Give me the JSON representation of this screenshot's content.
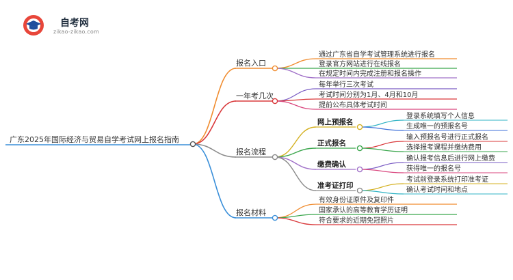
{
  "logo": {
    "name": "自考网",
    "domain": "zikao-zikao.com"
  },
  "root": {
    "label": "广东2025年国际经济与贸易自学考试网上报名指南"
  },
  "branches": [
    {
      "label": "报名入口",
      "color": "#f08c2f",
      "leaves": [
        {
          "label": "通过广东省自学考试管理系统进行报名",
          "color": "#f08c2f"
        },
        {
          "label": "登录官方网站进行在线报名",
          "color": "#3aa64c"
        },
        {
          "label": "在规定时间内完成注册和报名操作",
          "color": "#a070c8"
        }
      ]
    },
    {
      "label": "一年考几次",
      "color": "#d9383a",
      "leaves": [
        {
          "label": "每年举行三次考试",
          "color": "#7a5cc4"
        },
        {
          "label": "考试时间分别为1月、4月和10月",
          "color": "#d9383a"
        },
        {
          "label": "提前公布具体考试时间",
          "color": "#d9467e"
        }
      ]
    },
    {
      "label": "报名流程",
      "color": "#8a8a8a",
      "subs": [
        {
          "label": "网上预报名",
          "color": "#d4b020",
          "leaves": [
            {
              "label": "登录系统填写个人信息",
              "color": "#2fb3c4"
            },
            {
              "label": "生成唯一的预报名号",
              "color": "#3d6fd9"
            }
          ]
        },
        {
          "label": "正式报名",
          "color": "#3aa64c",
          "leaves": [
            {
              "label": "输入预报名号进行正式报名",
              "color": "#d9383a"
            },
            {
              "label": "选择报考课程并缴纳费用",
              "color": "#3aa64c"
            }
          ]
        },
        {
          "label": "缴费确认",
          "color": "#a070c8",
          "leaves": [
            {
              "label": "确认报考信息后进行网上缴费",
              "color": "#7a5cc4"
            },
            {
              "label": "获得唯一的报名号",
              "color": "#d9467e"
            }
          ]
        },
        {
          "label": "准考证打印",
          "color": "#8a8a8a",
          "leaves": [
            {
              "label": "考试前登录系统打印准考证",
              "color": "#d4b020"
            },
            {
              "label": "确认考试时间和地点",
              "color": "#2fb3c4"
            }
          ]
        }
      ]
    },
    {
      "label": "报名材料",
      "color": "#3a8fd9",
      "leaves": [
        {
          "label": "有效身份证原件及复印件",
          "color": "#f08c2f"
        },
        {
          "label": "国家承认的高等教育学历证明",
          "color": "#3aa64c"
        },
        {
          "label": "符合要求的近期免冠照片",
          "color": "#d9383a"
        }
      ]
    }
  ]
}
